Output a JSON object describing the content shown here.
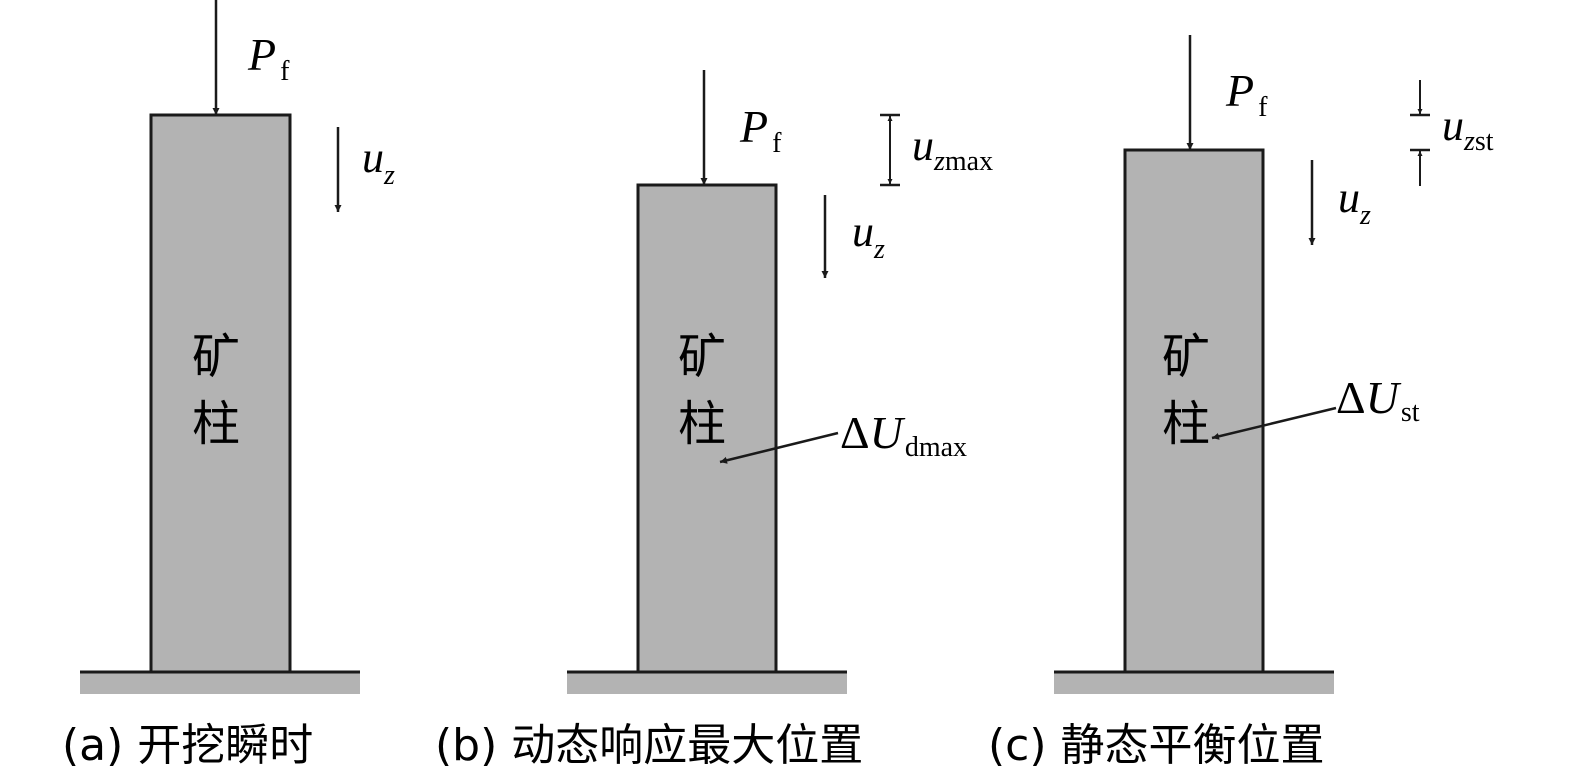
{
  "colors": {
    "pillar_fill": "#b3b3b3",
    "ground_fill": "#b3b3b3",
    "stroke": "#1a1a1a",
    "background": "#ffffff"
  },
  "panels": [
    {
      "id": "a",
      "caption": "(a) 开挖瞬时",
      "pillar_char_top": "矿",
      "pillar_char_bottom": "柱",
      "load_symbol": "P",
      "load_subscript": "f",
      "disp_symbol": "u",
      "disp_subscript": "z"
    },
    {
      "id": "b",
      "caption": "(b) 动态响应最大位置",
      "pillar_char_top": "矿",
      "pillar_char_bottom": "柱",
      "load_symbol": "P",
      "load_subscript": "f",
      "disp_symbol": "u",
      "disp_subscript": "z",
      "dim_symbol": "u",
      "dim_subscript_italic": "z",
      "dim_subscript": "max",
      "energy_delta": "Δ",
      "energy_symbol": "U",
      "energy_subscript": "dmax"
    },
    {
      "id": "c",
      "caption": "(c) 静态平衡位置",
      "pillar_char_top": "矿",
      "pillar_char_bottom": "柱",
      "load_symbol": "P",
      "load_subscript": "f",
      "disp_symbol": "u",
      "disp_subscript": "z",
      "dim_symbol": "u",
      "dim_subscript_italic": "z",
      "dim_subscript": "st",
      "energy_delta": "Δ",
      "energy_symbol": "U",
      "energy_subscript": "st"
    }
  ]
}
